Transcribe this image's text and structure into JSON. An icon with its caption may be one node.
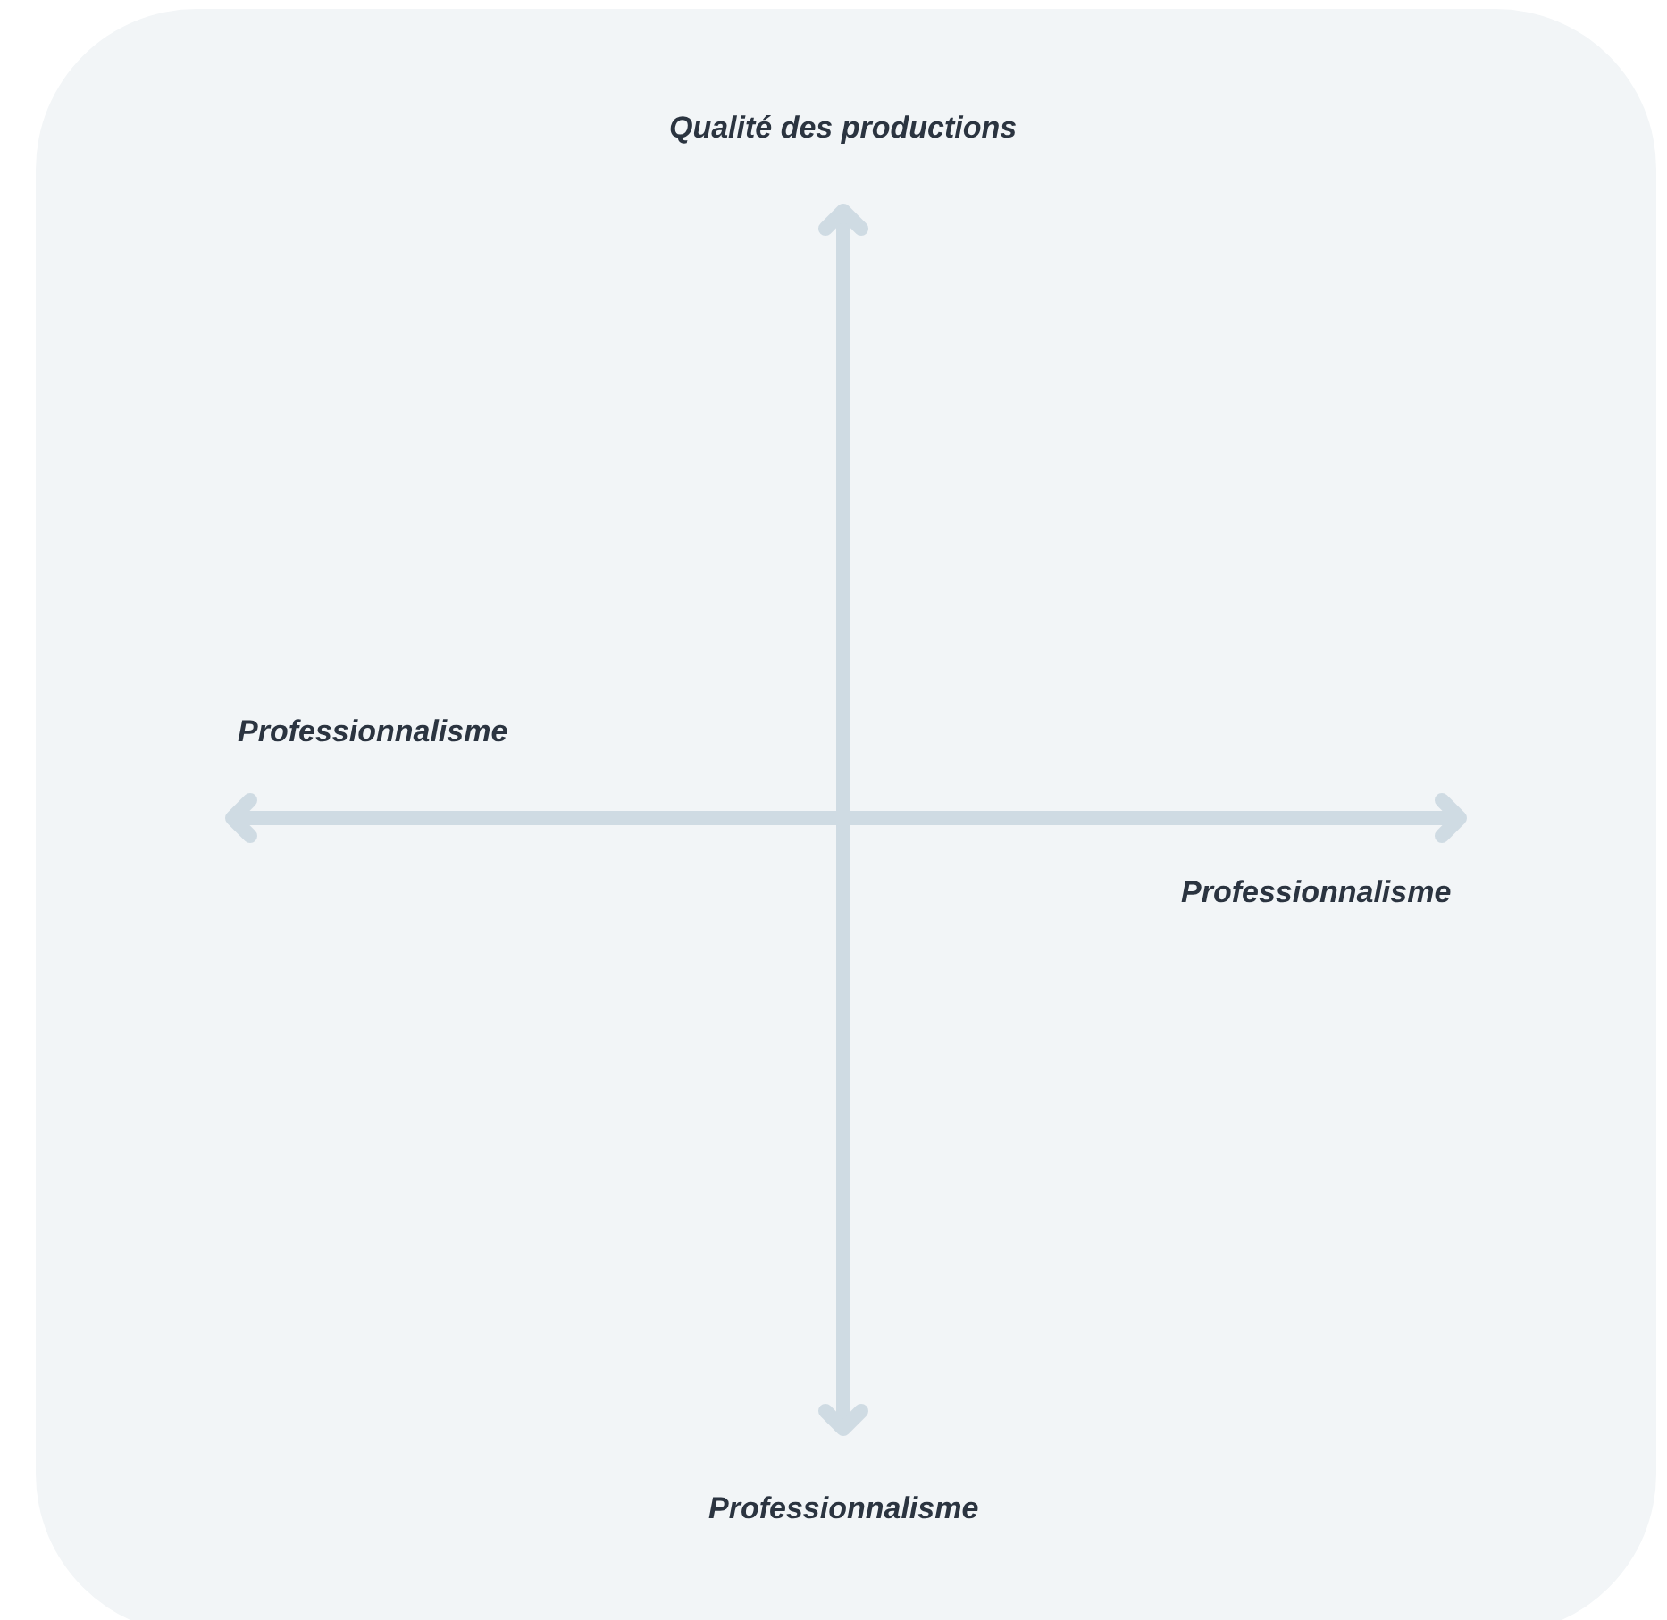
{
  "diagram": {
    "labels": [
      "Qualité des productions",
      "Professionnalisme",
      "Professionnalisme",
      "Professionnalisme"
    ]
  }
}
